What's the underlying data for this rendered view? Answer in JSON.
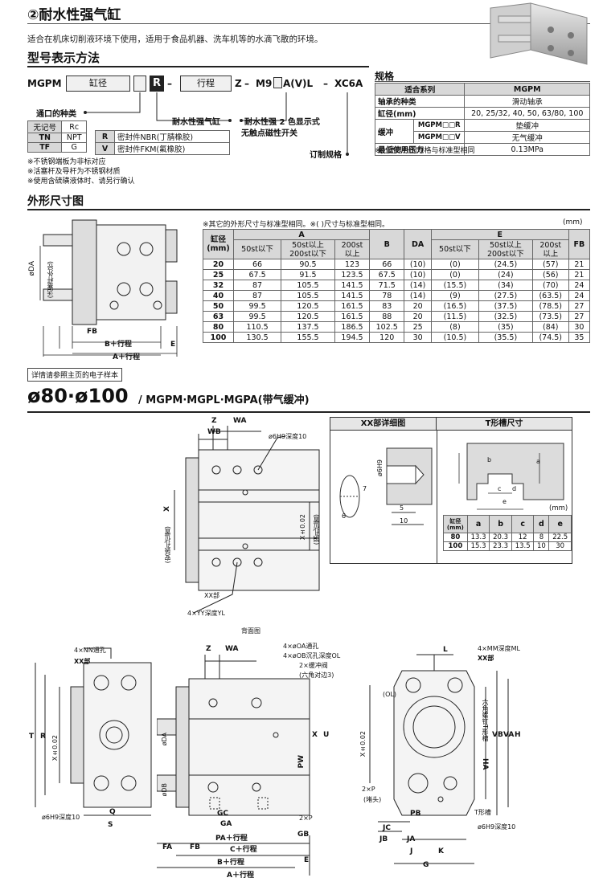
{
  "header": {
    "title": "②耐水性强气缸",
    "description": "适合在机床切削液环境下使用，适用于食品机器、洗车机等的水滴飞散的环境。",
    "model_section_title": "型号表示方法"
  },
  "model_code": {
    "prefix": "MGPM",
    "bore_box": "缸径",
    "r_box": "R",
    "dash": "–",
    "stroke_box": "行程",
    "suffix1": "Z",
    "suffix2": "M9",
    "suffix3": "A(V)L",
    "suffix4": "XC6A",
    "port_type_label": "通口的种类",
    "water_resistant_label": "耐水性强气缸",
    "switch_label_1": "耐水性强 2 色显示式",
    "switch_label_2": "无触点磁性开关",
    "custom_label": "订制规格",
    "port_table": {
      "headers": [
        "无记号",
        "Rc"
      ],
      "rows": [
        [
          "TN",
          "NPT"
        ],
        [
          "TF",
          "G"
        ]
      ]
    },
    "seal_table": {
      "rows": [
        [
          "R",
          "密封件NBR(丁腈橡胶)"
        ],
        [
          "V",
          "密封件FKM(氟橡胶)"
        ]
      ]
    },
    "notes": [
      "※不锈钢端板为非标对应",
      "※活塞杆及导杆为不锈钢材质",
      "※使用含硫磺液体时、请另行确认"
    ]
  },
  "specs": {
    "title": "规格",
    "rows": [
      {
        "label": "适合系列",
        "value": "MGPM"
      },
      {
        "label": "轴承的种类",
        "value": "滑动轴承"
      },
      {
        "label": "缸径(mm)",
        "value": "20, 25/32, 40, 50, 63/80, 100"
      },
      {
        "label": "缓冲",
        "sub": "MGPM□□R",
        "value": "垫缓冲"
      },
      {
        "label": "",
        "sub": "MGPM□□V",
        "value": "无气缓冲"
      },
      {
        "label": "最低使用压力",
        "value": "0.13MPa"
      }
    ],
    "note": "※上述以外的规格与标准型相同"
  },
  "dims": {
    "title": "外形尺寸图",
    "note": "※其它的外形尺寸与标准型相同。※(  )尺寸与标准型相同。",
    "unit": "(mm)",
    "ref_note": "详情请参照主页的电子样本",
    "head": {
      "bore": "缸径\n(mm)",
      "A": "A",
      "B": "B",
      "DA": "DA",
      "E": "E",
      "FB": "FB",
      "a1": "50st以下",
      "a2": "50st以上\n200st以下",
      "a3": "200st\n以上",
      "e1": "50st以下",
      "e2": "50st以上\n200st以下",
      "e3": "200st\n以上"
    },
    "rows": [
      [
        "20",
        "66",
        "90.5",
        "123",
        "66",
        "(10)",
        "(0)",
        "(24.5)",
        "(57)",
        "21"
      ],
      [
        "25",
        "67.5",
        "91.5",
        "123.5",
        "67.5",
        "(10)",
        "(0)",
        "(24)",
        "(56)",
        "21"
      ],
      [
        "32",
        "87",
        "105.5",
        "141.5",
        "71.5",
        "(14)",
        "(15.5)",
        "(34)",
        "(70)",
        "24"
      ],
      [
        "40",
        "87",
        "105.5",
        "141.5",
        "78",
        "(14)",
        "(9)",
        "(27.5)",
        "(63.5)",
        "24"
      ],
      [
        "50",
        "99.5",
        "120.5",
        "161.5",
        "83",
        "20",
        "(16.5)",
        "(37.5)",
        "(78.5)",
        "27"
      ],
      [
        "63",
        "99.5",
        "120.5",
        "161.5",
        "88",
        "20",
        "(11.5)",
        "(32.5)",
        "(73.5)",
        "27"
      ],
      [
        "80",
        "110.5",
        "137.5",
        "186.5",
        "102.5",
        "25",
        "(8)",
        "(35)",
        "(84)",
        "30"
      ],
      [
        "100",
        "130.5",
        "155.5",
        "194.5",
        "120",
        "30",
        "(10.5)",
        "(35.5)",
        "(74.5)",
        "35"
      ]
    ],
    "drawing_labels": {
      "da": "øDA",
      "da_sub": "(活塞杆外径)",
      "fb": "FB",
      "b_stroke": "B＋行程",
      "a_stroke": "A＋行程",
      "e": "E"
    }
  },
  "section2": {
    "title_big": "ø80·ø100",
    "title_small": "/ MGPM·MGPL·MGPA(带气缓冲)",
    "xx_detail_title": "XX部详细图",
    "t_slot_title": "T形槽尺寸",
    "t_unit": "(mm)",
    "t_head": [
      "缸径\n(mm)",
      "a",
      "b",
      "c",
      "d",
      "e"
    ],
    "t_rows": [
      [
        "80",
        "13.3",
        "20.3",
        "12",
        "8",
        "22.5"
      ],
      [
        "100",
        "15.3",
        "23.3",
        "13.5",
        "10",
        "30"
      ]
    ],
    "back_view_label": "背面图",
    "labels": {
      "z": "Z",
      "wa": "WA",
      "wb": "WB",
      "h6": "ø6H9深度10",
      "x_mount": "X",
      "x_mount_sub": "(安装孔位置)",
      "x002": "X±0.02",
      "x_pin": "(销孔位置)",
      "xx": "XX部",
      "yy": "4×YY深度YL",
      "nn": "4×NN通孔",
      "oa": "4×øOA通孔",
      "ob": "4×øOB沉孔深度OL",
      "cushion": "2×缓冲阀",
      "hex": "(六角对边3)",
      "mm": "4×MM深度ML",
      "l": "L",
      "ol": "(OL)",
      "t": "T",
      "r": "R",
      "q": "Q",
      "s": "S",
      "da": "øDA",
      "db": "øDB",
      "gc": "GC",
      "ga": "GA",
      "gb": "GB",
      "pw": "PW",
      "x": "X",
      "u": "U",
      "pa": "PA＋行程",
      "c": "C＋行程",
      "b": "B＋行程",
      "a": "A＋行程",
      "fa": "FA",
      "fb": "FB",
      "e": "E",
      "p2": "2×P",
      "p_sub": "(堵头)",
      "pb": "PB",
      "jc": "JC",
      "jb": "JB",
      "ja": "JA",
      "j": "J",
      "k": "K",
      "g": "G",
      "vb": "VB",
      "va": "VA",
      "h": "H",
      "ha": "HA",
      "tslot6": "六角螺钉T形槽",
      "tslot": "T形槽",
      "d6": "6",
      "d7": "7",
      "d5": "5",
      "d10": "10",
      "h6xx": "ø6H9",
      "px": "2×P"
    }
  }
}
